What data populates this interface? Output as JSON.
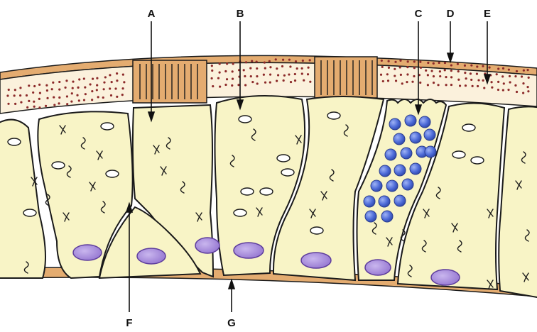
{
  "labels": {
    "A": "A",
    "B": "B",
    "C": "C",
    "D": "D",
    "E": "E",
    "F": "F",
    "G": "G"
  },
  "colors": {
    "cell_fill": "#f8f4c6",
    "cell_outline": "#1a1a1a",
    "membrane_tan": "#e4ac70",
    "glycocalyx_fill": "#fbf1dc",
    "glycocalyx_dots": "#8c2a2a",
    "nucleus_fill": "#a98fd8",
    "nucleus_outline": "#5d3c9c",
    "granule_fill": "#4d6bd8",
    "granule_outline": "#2a3d8f"
  }
}
